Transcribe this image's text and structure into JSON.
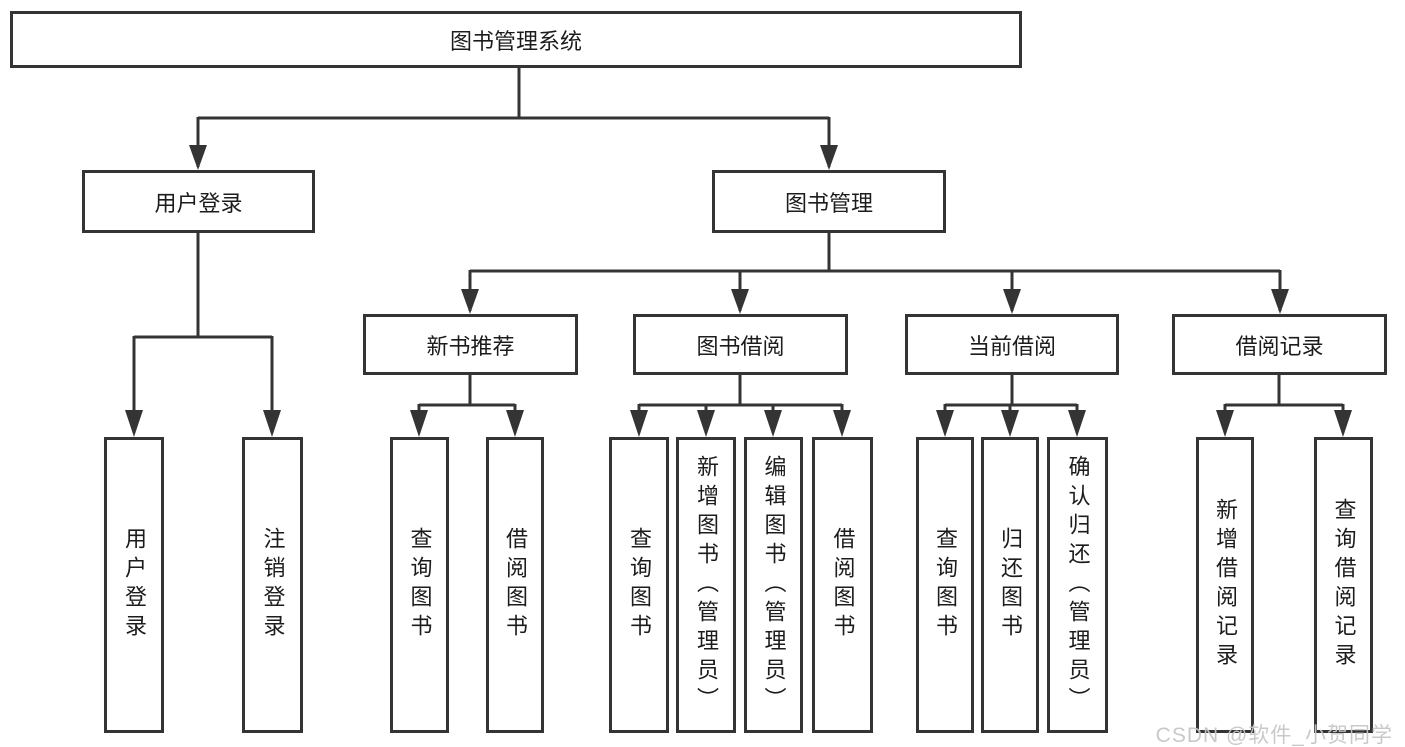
{
  "diagram": {
    "title_node": {
      "label": "图书管理系统"
    },
    "level2": {
      "user_login": {
        "label": "用户登录"
      },
      "book_mgmt": {
        "label": "图书管理"
      }
    },
    "level3": {
      "new_book_rec": {
        "label": "新书推荐"
      },
      "book_borrow": {
        "label": "图书借阅"
      },
      "current_borrow": {
        "label": "当前借阅"
      },
      "borrow_records": {
        "label": "借阅记录"
      }
    },
    "leaves": [
      {
        "label": "用户登录",
        "parent": "用户登录"
      },
      {
        "label": "注销登录",
        "parent": "用户登录"
      },
      {
        "label": "查询图书",
        "parent": "新书推荐"
      },
      {
        "label": "借阅图书",
        "parent": "新书推荐"
      },
      {
        "label": "查询图书",
        "parent": "图书借阅"
      },
      {
        "label": "新增图书（管理员）",
        "parent": "图书借阅"
      },
      {
        "label": "编辑图书（管理员）",
        "parent": "图书借阅"
      },
      {
        "label": "借阅图书",
        "parent": "图书借阅"
      },
      {
        "label": "查询图书",
        "parent": "当前借阅"
      },
      {
        "label": "归还图书",
        "parent": "当前借阅"
      },
      {
        "label": "确认归还（管理员）",
        "parent": "当前借阅"
      },
      {
        "label": "新增借阅记录",
        "parent": "借阅记录"
      },
      {
        "label": "查询借阅记录",
        "parent": "借阅记录"
      }
    ]
  },
  "watermark": {
    "text": "CSDN @软件_小贺同学"
  },
  "colors": {
    "line": "#343434",
    "box_border": "#343434",
    "text": "#1c1c1c",
    "watermark": "#c6c6c6",
    "background": "#ffffff"
  }
}
